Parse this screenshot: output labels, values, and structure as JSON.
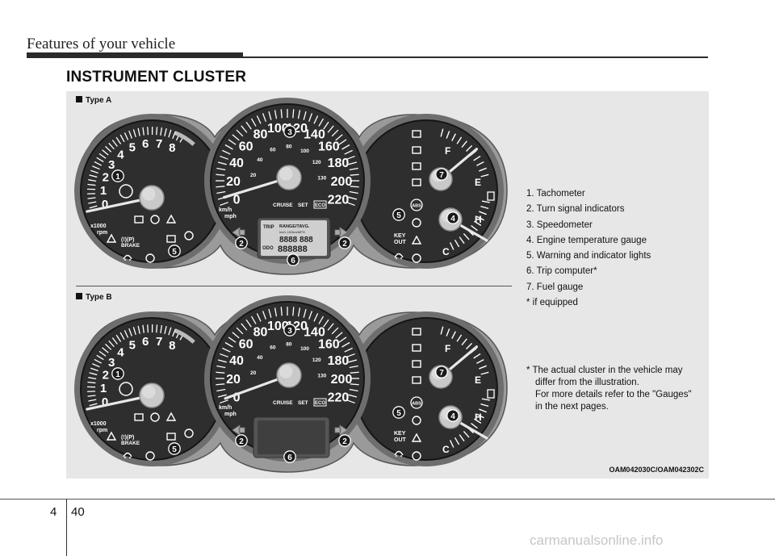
{
  "header": {
    "title": "Features of your vehicle"
  },
  "section_title": "INSTRUMENT CLUSTER",
  "type_a_label": "Type A",
  "type_b_label": "Type B",
  "legend": [
    "1. Tachometer",
    "2. Turn signal indicators",
    "3. Speedometer",
    "4. Engine temperature gauge",
    "5. Warning and indicator lights",
    "6. Trip computer*",
    "7. Fuel gauge",
    "* if equipped"
  ],
  "note_lines": [
    "* The actual cluster in the vehicle may",
    "differ from the illustration.",
    "For more details refer to the \"Gauges\"",
    "in the next pages."
  ],
  "figure_code": "OAM042030C/OAM042302C",
  "footer": {
    "chapter": "4",
    "page": "40"
  },
  "watermark": "carmanualsonline.info",
  "gauge_text": {
    "tach_ticks": [
      "0",
      "1",
      "2",
      "3",
      "4",
      "5",
      "6",
      "7",
      "8"
    ],
    "tach_unit_1": "x1000",
    "tach_unit_2": "rpm",
    "speedo_ticks": [
      "0",
      "20",
      "40",
      "60",
      "80",
      "100",
      "120",
      "140",
      "160",
      "180",
      "200",
      "220"
    ],
    "speedo_inner_ticks": [
      "20",
      "40",
      "60",
      "80",
      "100",
      "120",
      "130"
    ],
    "speedo_unit_1": "km/h",
    "speedo_unit_2": "mph",
    "cruise": "CRUISE",
    "set": "SET",
    "eco": "ECO",
    "fuel_full": "F",
    "fuel_empty": "E",
    "temp_hot": "H",
    "temp_cold": "C",
    "brake": "BRAKE",
    "abs": "ABS",
    "key_out_1": "KEY",
    "key_out_2": "OUT",
    "lcd_trip": "TRIP",
    "lcd_mode": "RANGE/TAVG.",
    "lcd_units": "km/L,100km/MPG",
    "lcd_digits_1": "8888 888",
    "lcd_odo": "ODO",
    "lcd_digits_2": "888888"
  },
  "callouts": {
    "tachometer": "1",
    "turn_signal": "2",
    "speedometer": "3",
    "temp_gauge": "4",
    "warning_lights": "5",
    "trip_computer": "6",
    "fuel_gauge": "7"
  },
  "colors": {
    "panel": "#e7e7e7",
    "bezel": "#6e6e6e",
    "dial_face": "#2e2e2e",
    "callout_badge": "#1a1a1a",
    "lcd": "#cfcfcf"
  }
}
